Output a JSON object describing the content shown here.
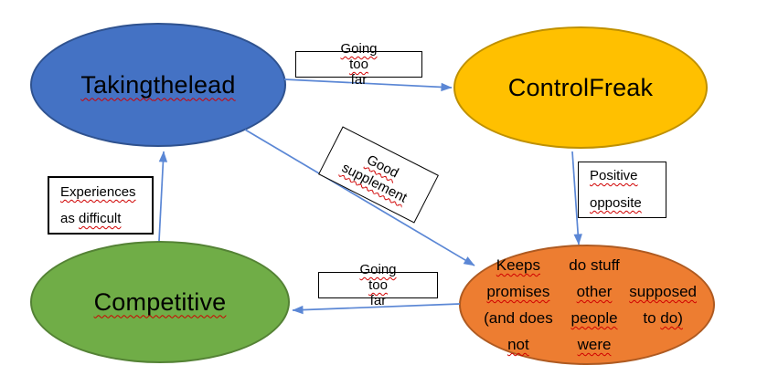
{
  "diagram": {
    "arrow_color": "#5B87D5",
    "squiggle_color": "#D00000",
    "nodes": {
      "taking_the_lead": {
        "label": "Taking the lead",
        "words": [
          [
            "Taking",
            true
          ],
          [
            "the",
            true
          ],
          [
            "lead",
            true
          ]
        ],
        "fill": "#4472C4",
        "border": "#2F528F"
      },
      "control_freak": {
        "label": "Control Freak",
        "words": [
          [
            "Control",
            false
          ],
          [
            "Freak",
            false
          ]
        ],
        "fill": "#FFC000",
        "border": "#BF9000"
      },
      "competitive": {
        "label": "Competitive",
        "words": [
          [
            "Competitive",
            true
          ]
        ],
        "fill": "#70AD47",
        "border": "#548235"
      },
      "keeps_promises": {
        "label": "Keeps promises (and does not do stuff other people were supposed to do)",
        "lines": [
          [
            [
              "Keeps",
              true
            ],
            [
              "promises",
              true
            ],
            [
              "(and",
              false
            ],
            [
              "does",
              false
            ],
            [
              "not",
              true
            ]
          ],
          [
            [
              "do",
              false
            ],
            [
              "stuff",
              false
            ],
            [
              "other",
              true
            ],
            [
              "people",
              true
            ],
            [
              "were",
              true
            ]
          ],
          [
            [
              "supposed",
              true
            ],
            [
              "to",
              false
            ],
            [
              "do)",
              true
            ]
          ]
        ],
        "fill": "#ED7D31",
        "border": "#AE5A21"
      }
    },
    "edge_labels": {
      "going_too_far_top": {
        "label": "Going too far",
        "words": [
          [
            "Going",
            true
          ],
          [
            "too",
            true
          ],
          [
            "far",
            false
          ]
        ]
      },
      "good_supplement": {
        "label": "Good supplement",
        "lines": [
          [
            [
              "Good",
              true
            ]
          ],
          [
            [
              "supplement",
              true
            ]
          ]
        ]
      },
      "positive_opposite": {
        "label": "Positive opposite",
        "lines": [
          [
            [
              "Positive",
              true
            ]
          ],
          [
            [
              "opposite",
              true
            ]
          ]
        ]
      },
      "experiences_as_difficult": {
        "label": "Experiences as difficult",
        "lines": [
          [
            [
              "Experiences",
              true
            ]
          ],
          [
            [
              "as",
              false
            ],
            [
              "difficult",
              true
            ]
          ]
        ]
      },
      "going_too_far_bottom": {
        "label": "Going too far",
        "words": [
          [
            "Going",
            true
          ],
          [
            "too",
            true
          ],
          [
            "far",
            false
          ]
        ]
      }
    },
    "edges": [
      {
        "from": "taking_the_lead",
        "to": "control_freak",
        "label": "Going too far"
      },
      {
        "from": "control_freak",
        "to": "keeps_promises",
        "label": "Positive opposite"
      },
      {
        "from": "taking_the_lead",
        "to": "keeps_promises",
        "label": "Good supplement"
      },
      {
        "from": "keeps_promises",
        "to": "competitive",
        "label": "Going too far"
      },
      {
        "from": "competitive",
        "to": "taking_the_lead",
        "label": "Experiences as difficult"
      }
    ]
  }
}
